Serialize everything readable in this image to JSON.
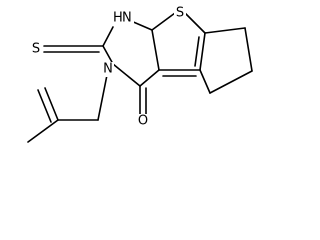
{
  "molecule": {
    "atom_labels": {
      "nh": "NH",
      "h_of_nh": "H",
      "n_of_nh": "N",
      "ring_sulfur": "S",
      "thione_sulfur": "S",
      "ring_nitrogen": "N",
      "carbonyl_oxygen": "O"
    }
  }
}
